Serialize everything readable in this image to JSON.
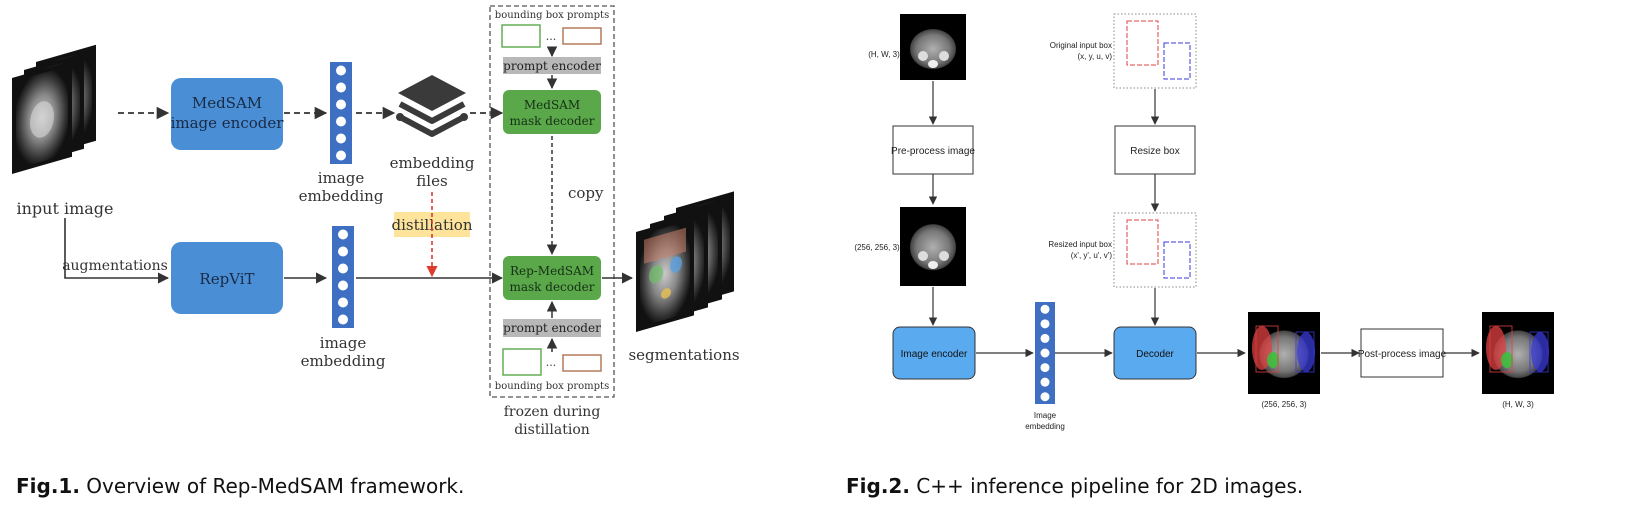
{
  "fig1": {
    "input_label": "input image",
    "encoder_label_line1": "MedSAM",
    "encoder_label_line2": "image encoder",
    "embedding_label_line1": "image",
    "embedding_label_line2": "embedding",
    "files_label_line1": "embedding",
    "files_label_line2": "files",
    "prompts_top": "bounding box prompts",
    "prompts_bottom": "bounding box prompts",
    "ellipsis": "...",
    "prompt_encoder": "prompt encoder",
    "medsam_decoder_line1": "MedSAM",
    "medsam_decoder_line2": "mask decoder",
    "copy_label": "copy",
    "distillation_label": "distillation",
    "augmentations_label": "augmentations",
    "repvit_label": "RepViT",
    "repmedsam_decoder_line1": "Rep-MedSAM",
    "repmedsam_decoder_line2": "mask decoder",
    "segmentations_label": "segmentations",
    "frozen_line1": "frozen during",
    "frozen_line2": "distillation",
    "caption_bold": "Fig.1.",
    "caption_text": " Overview of Rep-MedSAM framework."
  },
  "fig2": {
    "input_shape": "(H, W, 3)",
    "preprocess_label": "Pre-process image",
    "resized_shape": "(256, 256, 3)",
    "original_box_line1": "Original input box",
    "original_box_line2": "(x, y, u, v)",
    "resize_box_label": "Resize box",
    "resized_box_line1": "Resized input box",
    "resized_box_line2": "(x', y', u', v')",
    "image_encoder_label": "Image encoder",
    "image_embedding_line1": "Image",
    "image_embedding_line2": "embedding",
    "decoder_label": "Decoder",
    "mask_shape": "(256, 256, 3)",
    "postprocess_label": "Post-process image",
    "output_shape": "(H, W, 3)",
    "caption_bold": "Fig.2.",
    "caption_text": " C++ inference pipeline for 2D images."
  },
  "colors": {
    "blue_box": "#4a8fd6",
    "green_box": "#5aa84a",
    "gray_box": "#b8b8b8",
    "light_blue_box": "#5aaaf0",
    "embedding_bar": "#3e6fc2",
    "distillation_bg": "#fde49a",
    "distillation_arrow": "#e03a2e",
    "red_box": "#e04040",
    "blue_prompt": "#3a3ad8"
  }
}
